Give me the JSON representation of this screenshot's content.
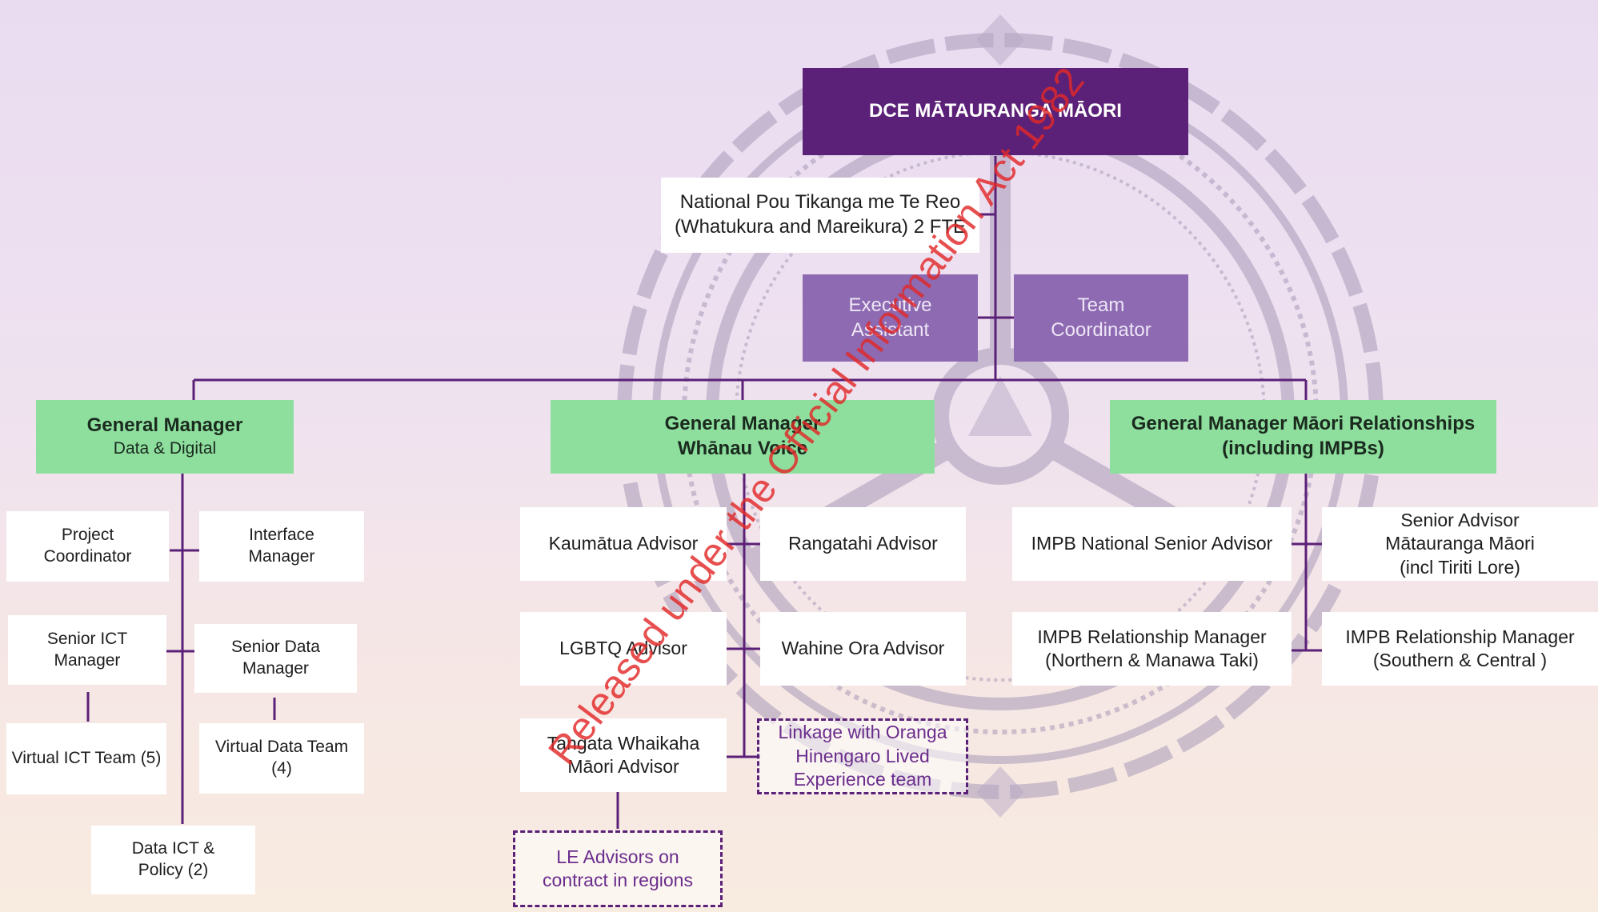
{
  "watermark": "Released under the Official Information Act 1982",
  "colors": {
    "connector": "#5b2077",
    "dce_fill": "#5b2077",
    "support_fill": "#8d6ab2",
    "gm_fill": "#8edf9e",
    "role_fill": "#ffffff",
    "dashed_border": "#5b2077"
  },
  "dce": {
    "title": "DCE MĀTAURANGA MĀORI"
  },
  "advisor": {
    "label": "National Pou Tikanga me Te Reo\n(Whatukura and Mareikura) 2 FTE"
  },
  "executive_assistant": {
    "label": "Executive\nAssistant"
  },
  "team_coordinator": {
    "label": "Team\nCoordinator"
  },
  "gm_data": {
    "title": "General Manager",
    "subtitle": "Data & Digital"
  },
  "gm_whanau": {
    "title": "General Manager\nWhānau Voice"
  },
  "gm_maori": {
    "title": "General Manager Māori Relationships\n(including IMPBs)"
  },
  "data_team": {
    "project_coordinator": "Project\nCoordinator",
    "interface_manager": "Interface\nManager",
    "senior_ict_manager": "Senior ICT\nManager",
    "senior_data_manager": "Senior Data\nManager",
    "virtual_ict_team": "Virtual ICT Team (5)",
    "virtual_data_team": "Virtual Data Team\n(4)",
    "data_ict_policy": "Data ICT &\nPolicy (2)"
  },
  "whanau_team": {
    "kaumatua_advisor": "Kaumātua  Advisor",
    "rangatahi_advisor": "Rangatahi Advisor",
    "lgbtq_advisor": "LGBTQ Advisor",
    "wahine_ora_advisor": "Wahine Ora Advisor",
    "tangata_whaikaha": "Tangata Whaikaha\nMāori Advisor",
    "linkage_oranga": "Linkage with Oranga\nHinengaro Lived\nExperience team",
    "le_advisors": "LE Advisors on\ncontract in regions"
  },
  "maori_team": {
    "impb_national": "IMPB National Senior Advisor",
    "senior_advisor_matauranga": "Senior Advisor\nMātauranga Māori\n(incl Tiriti Lore)",
    "impb_northern": "IMPB Relationship Manager\n(Northern & Manawa Taki)",
    "impb_southern": "IMPB Relationship Manager\n(Southern & Central )"
  }
}
